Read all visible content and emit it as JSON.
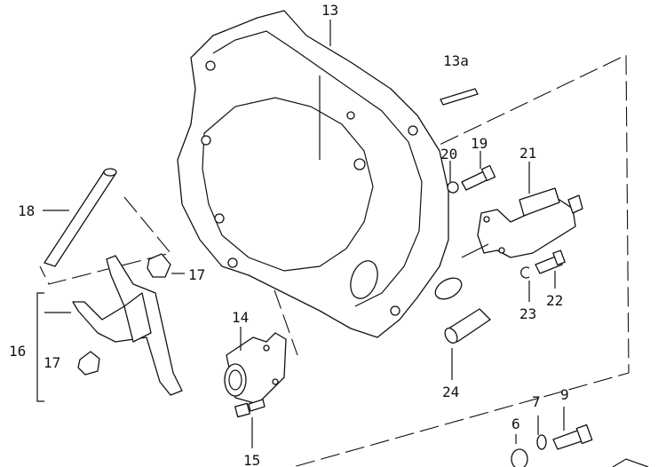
{
  "diagram": {
    "type": "exploded parts diagram - clutch housing",
    "callouts": [
      {
        "id": "13",
        "label": "13"
      },
      {
        "id": "13a",
        "label": "13a"
      },
      {
        "id": "20",
        "label": "20"
      },
      {
        "id": "19",
        "label": "19"
      },
      {
        "id": "21",
        "label": "21"
      },
      {
        "id": "18",
        "label": "18"
      },
      {
        "id": "17a",
        "label": "17"
      },
      {
        "id": "16",
        "label": "16"
      },
      {
        "id": "17b",
        "label": "17"
      },
      {
        "id": "14",
        "label": "14"
      },
      {
        "id": "22",
        "label": "22"
      },
      {
        "id": "23",
        "label": "23"
      },
      {
        "id": "24",
        "label": "24"
      },
      {
        "id": "6",
        "label": "6"
      },
      {
        "id": "7",
        "label": "7"
      },
      {
        "id": "9",
        "label": "9"
      },
      {
        "id": "15",
        "label": "15"
      }
    ]
  }
}
